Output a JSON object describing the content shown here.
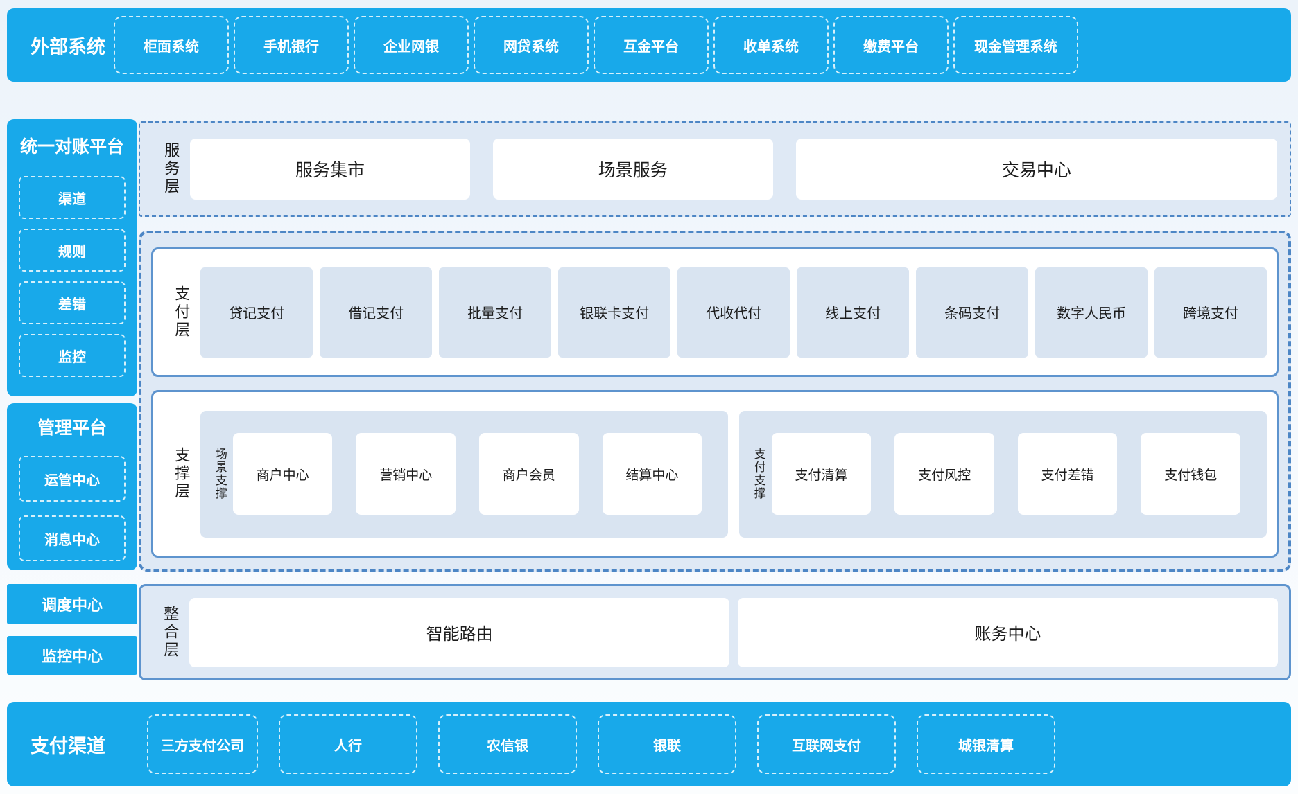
{
  "colors": {
    "accent_blue": "#18a9ea",
    "panel_blue": "#dfe9f5",
    "chip_blue": "#d9e4f1",
    "solid_border_blue": "#5e94ce",
    "dashed_border_blue": "#4d86c5",
    "text_dark": "#1c1c1c",
    "text_light": "#ffffff"
  },
  "external_systems": {
    "title": "外部系统",
    "items": [
      "柜面系统",
      "手机银行",
      "企业网银",
      "网贷系统",
      "互金平台",
      "收单系统",
      "缴费平台",
      "现金管理系统"
    ]
  },
  "sidebar": {
    "reconciliation": {
      "title": "统一对账平台",
      "items": [
        "渠道",
        "规则",
        "差错",
        "监控"
      ]
    },
    "management": {
      "title": "管理平台",
      "items": [
        "运管中心",
        "消息中心"
      ]
    },
    "standalone": [
      "调度中心",
      "监控中心"
    ]
  },
  "layers": {
    "service": {
      "label": "服务层",
      "items": [
        "服务集市",
        "场景服务",
        "交易中心"
      ]
    },
    "payment": {
      "label": "支付层",
      "items": [
        "贷记支付",
        "借记支付",
        "批量支付",
        "银联卡支付",
        "代收代付",
        "线上支付",
        "条码支付",
        "数字人民币",
        "跨境支付"
      ]
    },
    "support": {
      "label": "支撑层",
      "groups": [
        {
          "label": "场景支撑",
          "items": [
            "商户中心",
            "营销中心",
            "商户会员",
            "结算中心"
          ]
        },
        {
          "label": "支付支撑",
          "items": [
            "支付清算",
            "支付风控",
            "支付差错",
            "支付钱包"
          ]
        }
      ]
    },
    "integration": {
      "label": "整合层",
      "items": [
        "智能路由",
        "账务中心"
      ]
    }
  },
  "payment_channels": {
    "title": "支付渠道",
    "items": [
      "三方支付公司",
      "人行",
      "农信银",
      "银联",
      "互联网支付",
      "城银清算"
    ]
  }
}
